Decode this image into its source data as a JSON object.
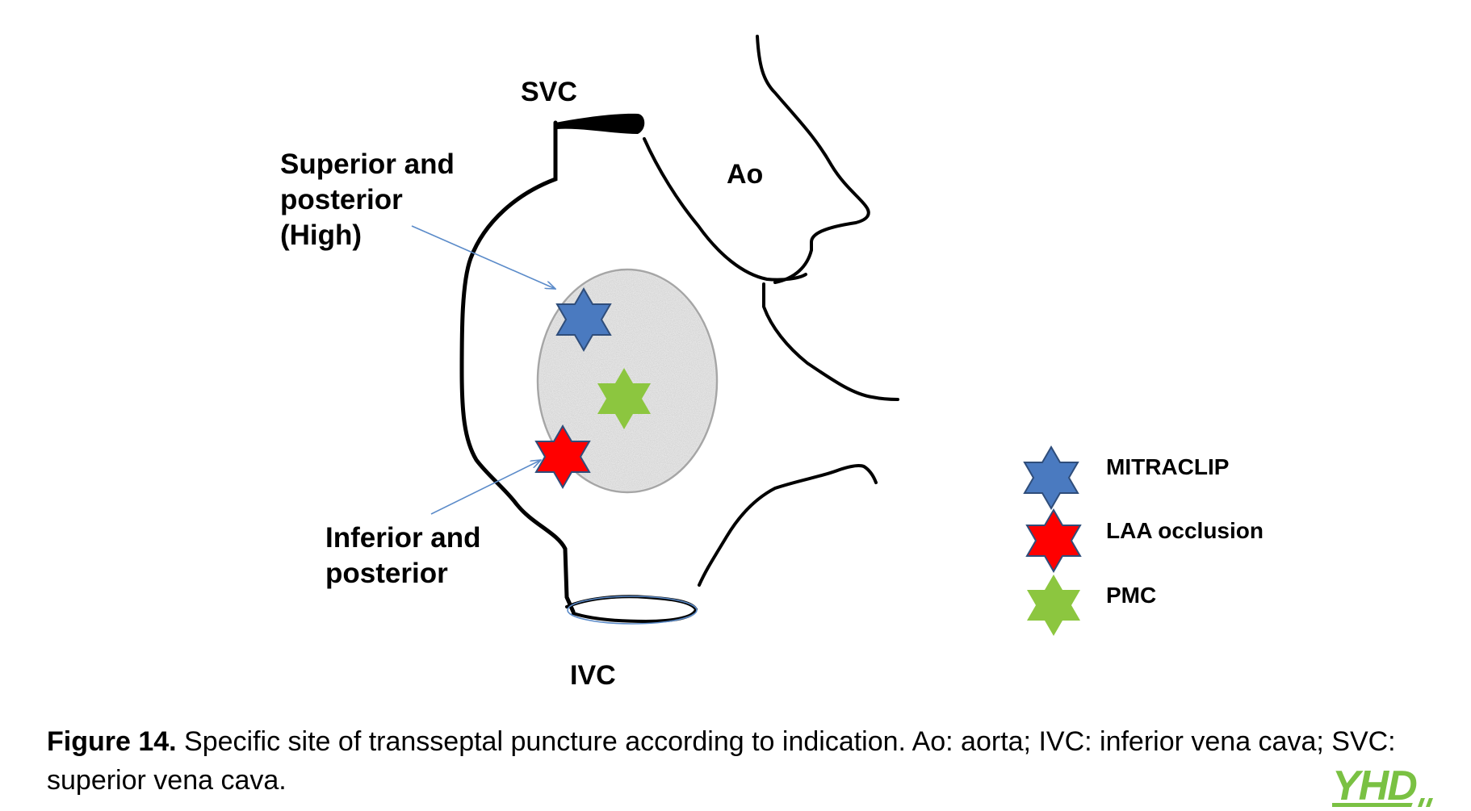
{
  "diagram": {
    "labels": {
      "svc": "SVC",
      "ao": "Ao",
      "ivc": "IVC",
      "high_line1": "Superior and",
      "high_line2": "posterior",
      "high_line3": "(High)",
      "inferior_line1": "Inferior and",
      "inferior_line2": "posterior"
    },
    "legend": [
      {
        "label": "MITRACLIP",
        "color": "#4a7ac0",
        "icon": "star-icon"
      },
      {
        "label": "LAA occlusion",
        "color": "#ff0000",
        "icon": "star-icon"
      },
      {
        "label": "PMC",
        "color": "#8cc63f",
        "icon": "star-icon"
      }
    ],
    "colors": {
      "fossa_fill": "#e6e6e6",
      "fossa_stroke": "#a6a6a6",
      "arrow": "#5b8bc9",
      "outline": "#000000"
    }
  },
  "caption": {
    "label": "Figure 14.",
    "text": " Specific site of transseptal puncture according to indication. Ao: aorta; IVC: inferior vena cava; SVC: superior vena cava."
  },
  "logo": {
    "text": "YHD",
    "color": "#7ac143"
  }
}
